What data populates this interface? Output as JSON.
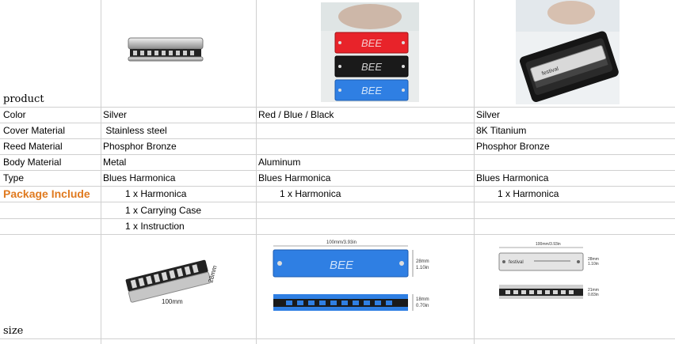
{
  "labels": {
    "product": "product",
    "color": "Color",
    "cover_material": "Cover Material",
    "reed_material": "Reed Material",
    "body_material": "Body Material",
    "type": "Type",
    "package_include": "Package Include",
    "size": "size"
  },
  "col1": {
    "color": "Silver",
    "cover_material": " Stainless steel",
    "reed_material": "Phosphor Bronze",
    "body_material": "Metal",
    "type": "Blues Harmonica",
    "package": [
      "1 x Harmonica",
      "1 x Carrying Case",
      "1 x Instruction"
    ],
    "size_label": "100mm",
    "size_side": "28mm"
  },
  "col2": {
    "color": "Red / Blue / Black",
    "body_material": "Aluminum",
    "type": "Blues Harmonica",
    "package": [
      "1 x Harmonica"
    ],
    "brand": "BEE",
    "size_top": "100mm/3.93in",
    "size_h1": "28mm",
    "size_h1_in": "1.10in",
    "size_h2": "18mm",
    "size_h2_in": "0.70in"
  },
  "col3": {
    "color": "Silver",
    "cover_material": "8K Titanium",
    "reed_material": "Phosphor Bronze",
    "type": "Blues Harmonica",
    "package": [
      "1 x Harmonica"
    ],
    "brand": "festival",
    "size_top": "100mm/3.93in",
    "size_h1": "28mm",
    "size_h1_in": "1.10in",
    "size_h2": "21mm",
    "size_h2_in": "0.83in"
  },
  "colors": {
    "grid": "#d0d0d0",
    "accent_orange": "#e07a1f",
    "red_harmonica": "#e8232a",
    "blue_harmonica": "#2f7fe3",
    "black_harmonica": "#1a1a1a"
  }
}
